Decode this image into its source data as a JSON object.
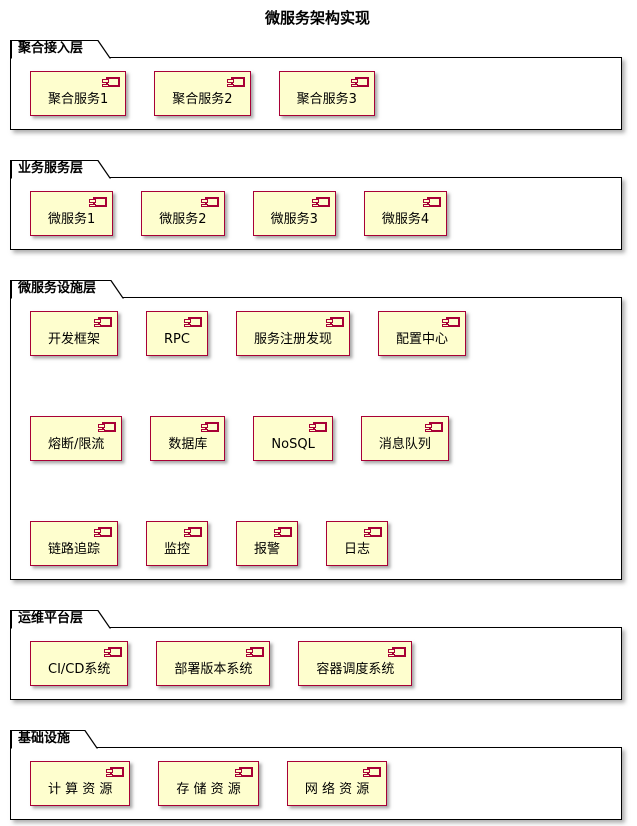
{
  "title": "微服务架构实现",
  "colors": {
    "component_fill": "#FEFECE",
    "component_border": "#A80036",
    "package_border": "#000000",
    "background": "#FFFFFF",
    "text": "#000000"
  },
  "icons": {
    "component_icon": "uml-component-icon"
  },
  "packages": [
    {
      "name": "聚合接入层",
      "rows": [
        [
          "聚合服务1",
          "聚合服务2",
          "聚合服务3"
        ]
      ]
    },
    {
      "name": "业务服务层",
      "rows": [
        [
          "微服务1",
          "微服务2",
          "微服务3",
          "微服务4"
        ]
      ]
    },
    {
      "name": "微服务设施层",
      "rows": [
        [
          "开发框架",
          "RPC",
          "服务注册发现",
          "配置中心"
        ],
        [
          "熔断/限流",
          "数据库",
          "NoSQL",
          "消息队列"
        ],
        [
          "链路追踪",
          "监控",
          "报警",
          "日志"
        ]
      ]
    },
    {
      "name": "运维平台层",
      "rows": [
        [
          "CI/CD系统",
          "部署版本系统",
          "容器调度系统"
        ]
      ]
    },
    {
      "name": "基础设施",
      "rows": [
        [
          "计 算 资 源",
          "存 储 资 源",
          "网 络 资 源"
        ]
      ]
    }
  ]
}
